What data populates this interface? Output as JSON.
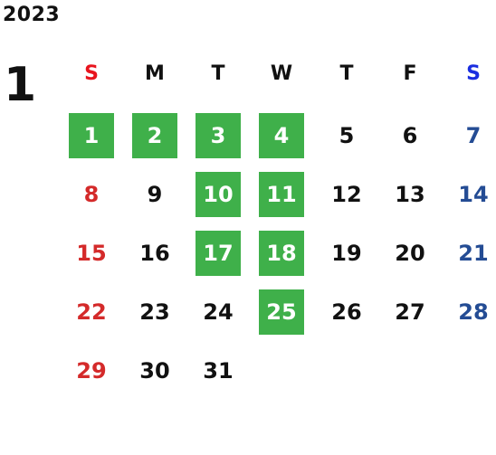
{
  "year": "2023",
  "month": "1",
  "colors": {
    "sunday": "#d42a2a",
    "saturday": "#244c94",
    "header_sunday": "#e8141e",
    "header_saturday": "#1a2ee0",
    "highlight": "#3fb04a",
    "text": "#111111"
  },
  "weekdays": [
    {
      "label": "S",
      "kind": "sunday"
    },
    {
      "label": "M",
      "kind": "weekday"
    },
    {
      "label": "T",
      "kind": "weekday"
    },
    {
      "label": "W",
      "kind": "weekday"
    },
    {
      "label": "T",
      "kind": "weekday"
    },
    {
      "label": "F",
      "kind": "weekday"
    },
    {
      "label": "S",
      "kind": "saturday"
    }
  ],
  "weeks": [
    [
      {
        "day": "1",
        "highlighted": true
      },
      {
        "day": "2",
        "highlighted": true
      },
      {
        "day": "3",
        "highlighted": true
      },
      {
        "day": "4",
        "highlighted": true
      },
      {
        "day": "5",
        "highlighted": false
      },
      {
        "day": "6",
        "highlighted": false
      },
      {
        "day": "7",
        "highlighted": false
      }
    ],
    [
      {
        "day": "8",
        "highlighted": false
      },
      {
        "day": "9",
        "highlighted": false
      },
      {
        "day": "10",
        "highlighted": true
      },
      {
        "day": "11",
        "highlighted": true
      },
      {
        "day": "12",
        "highlighted": false
      },
      {
        "day": "13",
        "highlighted": false
      },
      {
        "day": "14",
        "highlighted": false
      }
    ],
    [
      {
        "day": "15",
        "highlighted": false
      },
      {
        "day": "16",
        "highlighted": false
      },
      {
        "day": "17",
        "highlighted": true
      },
      {
        "day": "18",
        "highlighted": true
      },
      {
        "day": "19",
        "highlighted": false
      },
      {
        "day": "20",
        "highlighted": false
      },
      {
        "day": "21",
        "highlighted": false
      }
    ],
    [
      {
        "day": "22",
        "highlighted": false
      },
      {
        "day": "23",
        "highlighted": false
      },
      {
        "day": "24",
        "highlighted": false
      },
      {
        "day": "25",
        "highlighted": true
      },
      {
        "day": "26",
        "highlighted": false
      },
      {
        "day": "27",
        "highlighted": false
      },
      {
        "day": "28",
        "highlighted": false
      }
    ],
    [
      {
        "day": "29",
        "highlighted": false
      },
      {
        "day": "30",
        "highlighted": false
      },
      {
        "day": "31",
        "highlighted": false
      }
    ]
  ]
}
